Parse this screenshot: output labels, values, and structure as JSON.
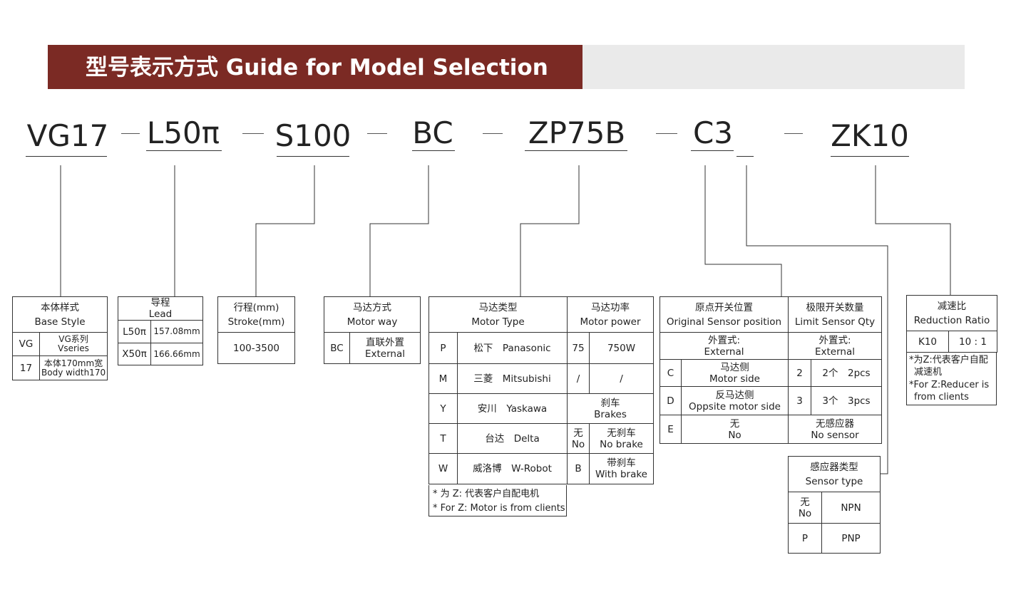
{
  "title": "型号表示方式  Guide for Model Selection",
  "codes": [
    "VG17",
    "L50π",
    "S100",
    "BC",
    "ZP75B",
    "C3",
    "ZK10"
  ],
  "tables": {
    "base": {
      "header_cn": "本体样式",
      "header_en": "Base Style",
      "rows": [
        {
          "code": "VG",
          "cn": "VG系列",
          "en": "Vseries"
        },
        {
          "code": "17",
          "cn": "本体170mm宽",
          "en": "Body width170"
        }
      ]
    },
    "lead": {
      "header_cn": "导程",
      "header_en": "Lead",
      "rows": [
        {
          "code": "L50π",
          "value": "157.08mm"
        },
        {
          "code": "X50π",
          "value": "166.66mm"
        }
      ]
    },
    "stroke": {
      "header_cn": "行程(mm)",
      "header_en": "Stroke(mm)",
      "range": "100-3500"
    },
    "motor_way": {
      "header_cn": "马达方式",
      "header_en": "Motor way",
      "rows": [
        {
          "code": "BC",
          "cn": "直联外置",
          "en": "External"
        }
      ]
    },
    "motor_type": {
      "header_cn": "马达类型",
      "header_en": "Motor Type",
      "rows": [
        {
          "code": "P",
          "cn": "松下",
          "en": "Panasonic"
        },
        {
          "code": "M",
          "cn": "三菱",
          "en": "Mitsubishi"
        },
        {
          "code": "Y",
          "cn": "安川",
          "en": "Yaskawa"
        },
        {
          "code": "T",
          "cn": "台达",
          "en": "Delta"
        },
        {
          "code": "W",
          "cn": "威洛博",
          "en": "W-Robot"
        }
      ],
      "notes": [
        "* 为 Z: 代表客户自配电机",
        "* For Z: Motor is from clients"
      ]
    },
    "motor_power": {
      "header_cn": "马达功率",
      "header_en": "Motor power",
      "rows": [
        {
          "code": "75",
          "value": "750W"
        },
        {
          "code": "/",
          "value": "/"
        }
      ],
      "brakes_cn": "刹车",
      "brakes_en": "Brakes",
      "brake_rows": [
        {
          "code_cn": "无",
          "code_en": "No",
          "cn": "无刹车",
          "en": "No brake"
        },
        {
          "code": "B",
          "cn": "带刹车",
          "en": "With brake"
        }
      ]
    },
    "sensor_position": {
      "header_cn": "原点开关位置",
      "header_en": "Original Sensor position",
      "sub_cn": "外置式:",
      "sub_en": "External",
      "rows": [
        {
          "code": "C",
          "cn": "马达侧",
          "en": "Motor side"
        },
        {
          "code": "D",
          "cn": "反马达侧",
          "en": "Oppsite motor side"
        },
        {
          "code": "E",
          "cn": "无",
          "en": "No"
        }
      ]
    },
    "sensor_qty": {
      "header_cn": "极限开关数量",
      "header_en": "Limit Sensor Qty",
      "sub_cn": "外置式:",
      "sub_en": "External",
      "rows": [
        {
          "code": "2",
          "value": "2个　2pcs"
        },
        {
          "code": "3",
          "value": "3个　3pcs"
        }
      ],
      "none_cn": "无感应器",
      "none_en": "No sensor"
    },
    "sensor_type": {
      "header_cn": "感应器类型",
      "header_en": "Sensor type",
      "rows": [
        {
          "code_cn": "无",
          "code_en": "No",
          "value": "NPN"
        },
        {
          "code": "P",
          "value": "PNP"
        }
      ]
    },
    "reduction": {
      "header_cn": "减速比",
      "header_en": "Reduction Ratio",
      "rows": [
        {
          "code": "K10",
          "value": "10 : 1"
        }
      ],
      "notes": [
        "*为Z:代表客户自配",
        "减速机",
        "*For Z:Reducer is",
        "from clients"
      ]
    }
  },
  "colors": {
    "title_bg": "#7b2a24",
    "title_ext_bg": "#eaeaea",
    "text": "#222222"
  }
}
